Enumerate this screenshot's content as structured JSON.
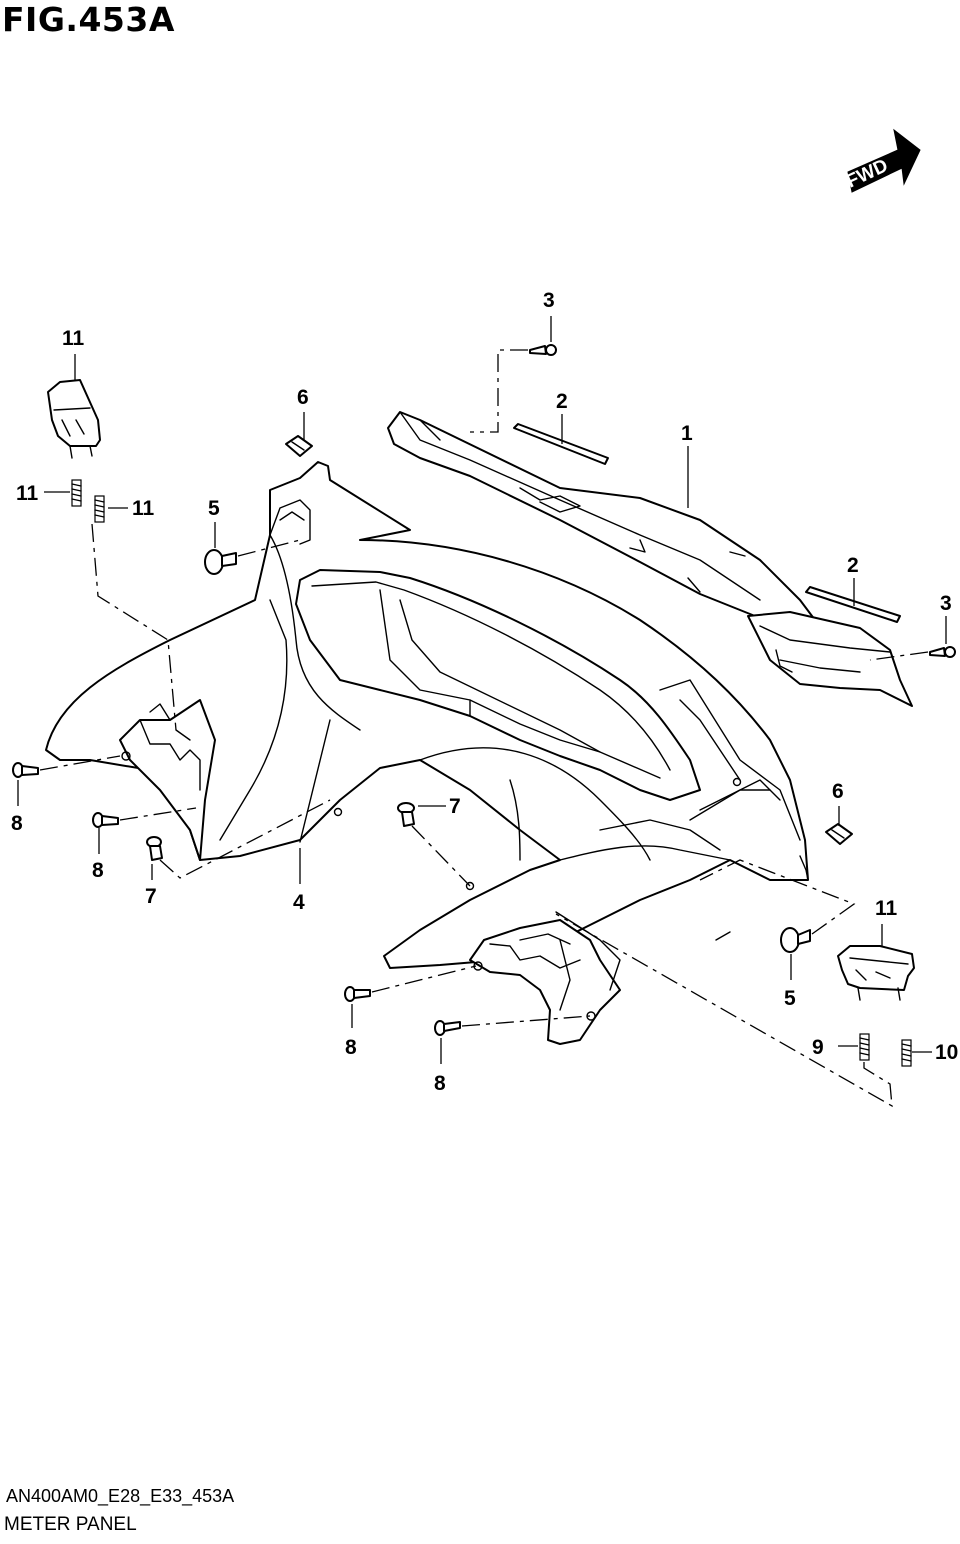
{
  "figure": {
    "title": "FIG.453A",
    "model_code": "AN400AM0_E28_E33_453A",
    "caption": "METER PANEL",
    "direction_label": "FWD"
  },
  "callouts": [
    {
      "id": "c1",
      "label": "1"
    },
    {
      "id": "c2a",
      "label": "2"
    },
    {
      "id": "c2b",
      "label": "2"
    },
    {
      "id": "c3a",
      "label": "3"
    },
    {
      "id": "c3b",
      "label": "3"
    },
    {
      "id": "c4",
      "label": "4"
    },
    {
      "id": "c5a",
      "label": "5"
    },
    {
      "id": "c5b",
      "label": "5"
    },
    {
      "id": "c6a",
      "label": "6"
    },
    {
      "id": "c6b",
      "label": "6"
    },
    {
      "id": "c7a",
      "label": "7"
    },
    {
      "id": "c7b",
      "label": "7"
    },
    {
      "id": "c8a",
      "label": "8"
    },
    {
      "id": "c8b",
      "label": "8"
    },
    {
      "id": "c8c",
      "label": "8"
    },
    {
      "id": "c8d",
      "label": "8"
    },
    {
      "id": "c9",
      "label": "9"
    },
    {
      "id": "c10",
      "label": "10"
    },
    {
      "id": "c11a",
      "label": "11"
    },
    {
      "id": "c11b",
      "label": "11"
    },
    {
      "id": "c11c",
      "label": "11"
    },
    {
      "id": "c11d",
      "label": "11"
    }
  ]
}
